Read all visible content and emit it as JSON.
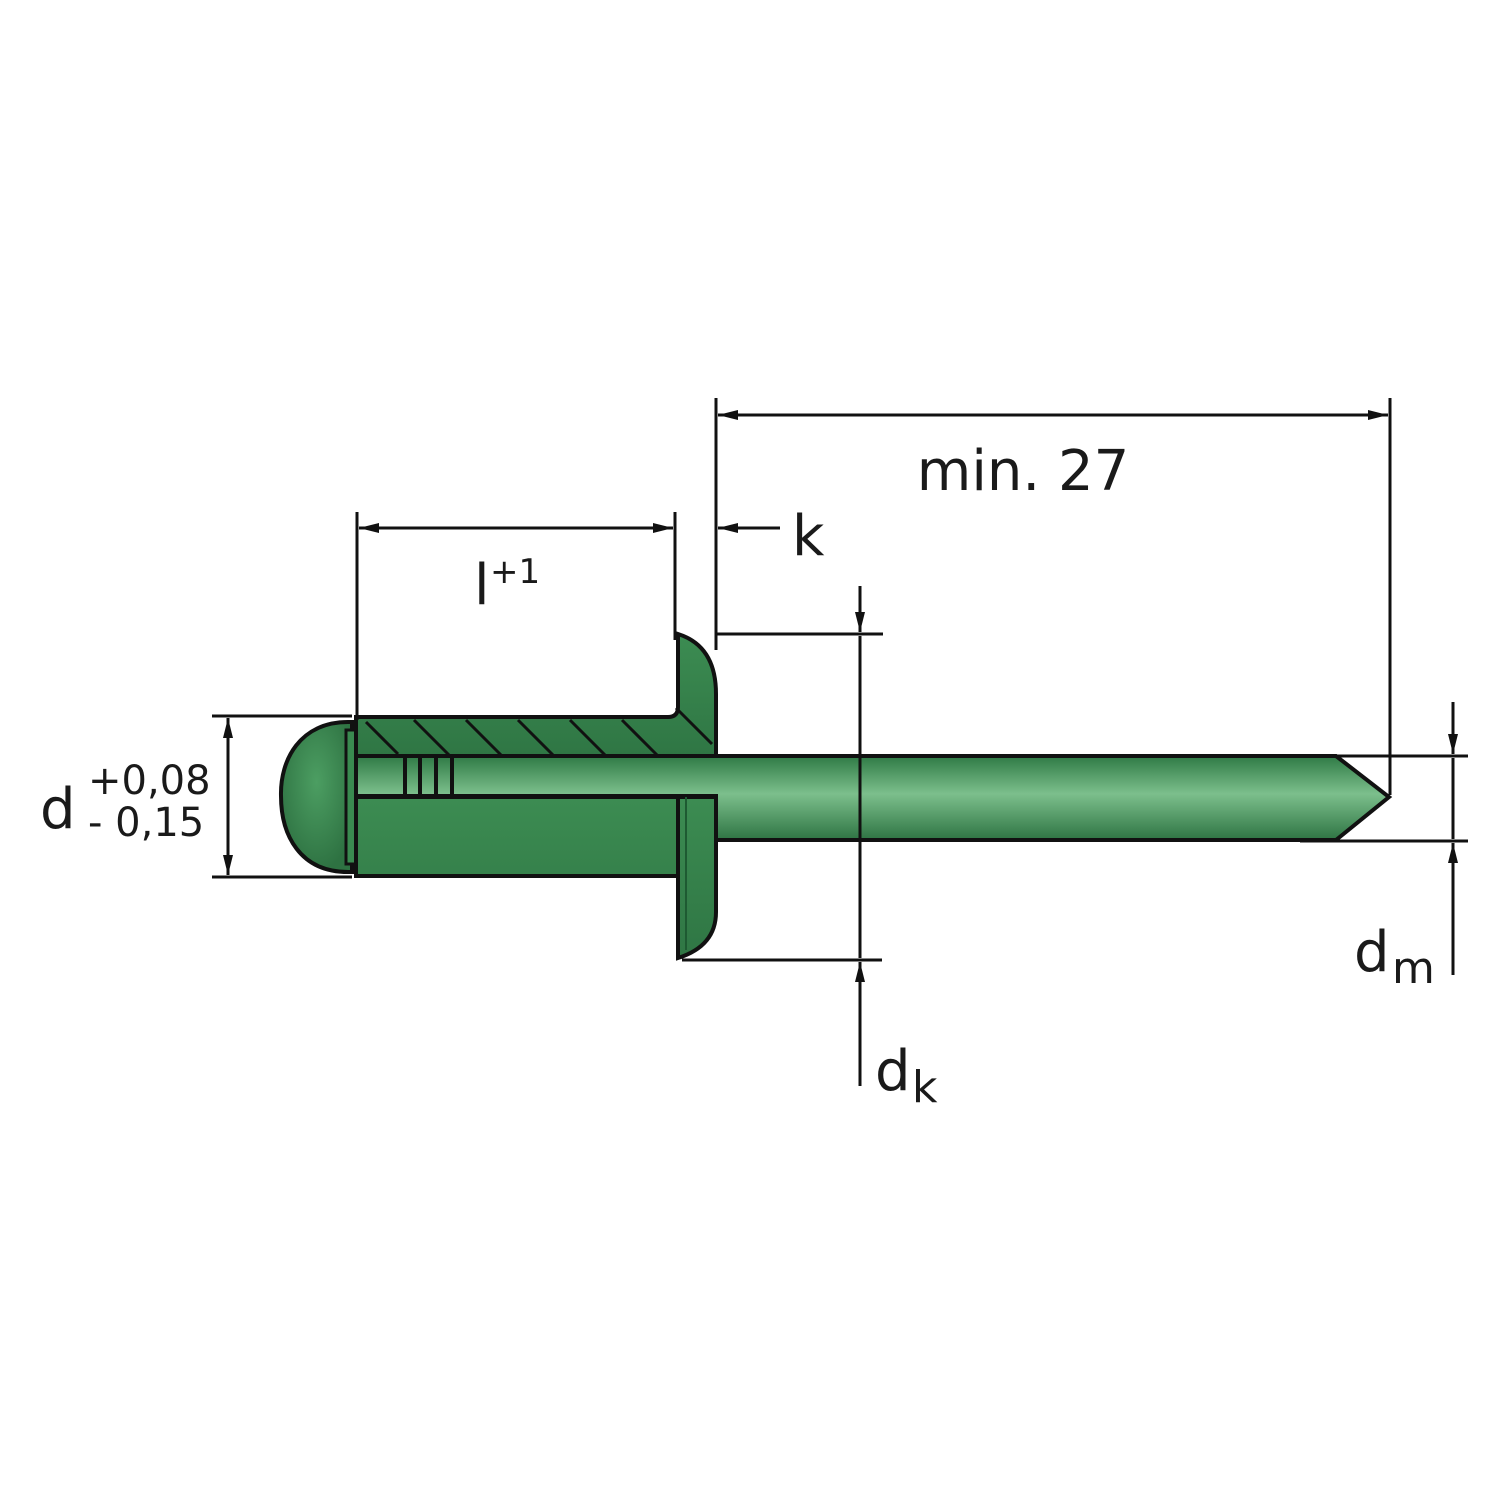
{
  "diagram": {
    "kind": "blind rivet technical drawing",
    "colors": {
      "body_fill": "#3e8f55",
      "body_fill_light": "#5aa86e",
      "outline": "#111111",
      "dimension_line": "#111111",
      "background": "#ffffff"
    },
    "labels": {
      "length_main": "min. 27",
      "grip_length": "l",
      "grip_tolerance": "+1",
      "head_height": "k",
      "diameter": "d",
      "diameter_tol_plus": "+0,08",
      "diameter_tol_minus": "- 0,15",
      "head_diameter": "d",
      "head_diameter_sub": "k",
      "mandrel_diameter": "d",
      "mandrel_diameter_sub": "m"
    }
  }
}
